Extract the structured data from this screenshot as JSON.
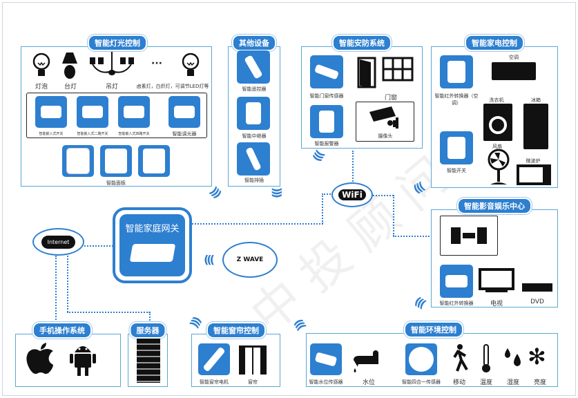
{
  "watermark": "中投顾问",
  "gateway": {
    "title": "智能家庭网关"
  },
  "internet": "Internet",
  "wifi": "WiFi",
  "zwave": "Z WAVE",
  "lighting": {
    "title": "智能灯光控制",
    "bulb": "灯泡",
    "desk_lamp": "台灯",
    "chandelier": "吊灯",
    "ellipsis": "···",
    "others": "卤素灯，白炽灯，可调节LED灯等",
    "switch1": "智能嵌入式开关",
    "switch2": "智能嵌入式二路开关",
    "switch4": "智能嵌入式四路开关",
    "dimmer": "智能调光器",
    "panel": "智能面板"
  },
  "other": {
    "title": "其他设备",
    "remote": "智能遥控器",
    "repeater": "智能中继器",
    "power_strip": "智能排插"
  },
  "security": {
    "title": "智能安防系统",
    "door_sensor": "智能门窗传感器",
    "door_window": "门窗",
    "alarm": "智能报警器",
    "camera": "摄像头"
  },
  "appliance": {
    "title": "智能家电控制",
    "ir_ac": "智能红外转换器（空调）",
    "ac": "空调",
    "washer": "洗衣机",
    "fridge": "冰箱",
    "fan": "风扇",
    "microwave": "微波炉",
    "switch": "智能开关"
  },
  "av": {
    "title": "智能影音娱乐中心",
    "ir": "智能红外转换器",
    "tv": "电视",
    "dvd": "DVD"
  },
  "env": {
    "title": "智能环境控制",
    "water_sensor": "智能水位传感器",
    "water_level": "水位",
    "sensor4": "智能四合一传感器",
    "motion": "移动",
    "temperature": "温度",
    "humidity": "湿度",
    "brightness": "亮度"
  },
  "mobile": {
    "title": "手机操作系统"
  },
  "server": {
    "title": "服务器"
  },
  "curtain": {
    "title": "智能窗帘控制",
    "motor": "智能窗帘电机",
    "curtain": "窗帘"
  }
}
